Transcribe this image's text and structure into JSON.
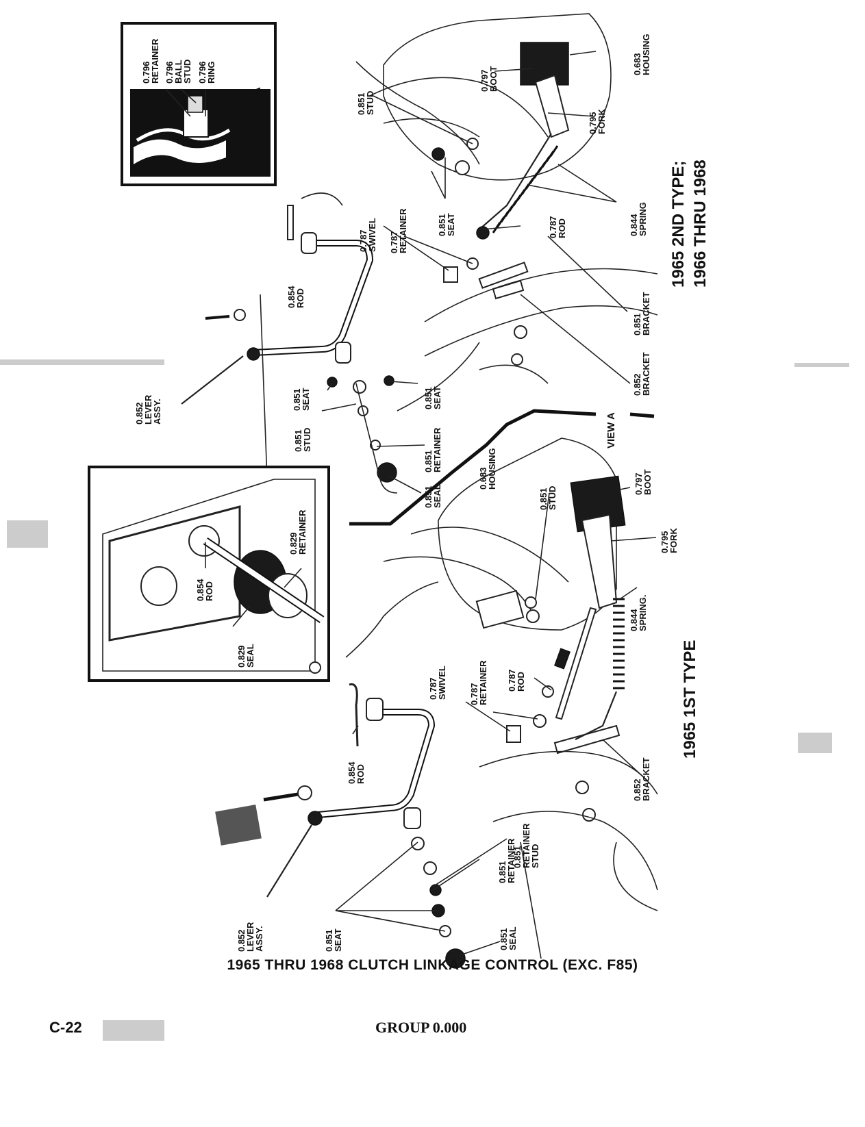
{
  "labels": {
    "view_a_inset": {
      "retainer": [
        "0.796",
        "RETAINER"
      ],
      "ball_stud": [
        "0.796",
        "BALL",
        "STUD"
      ],
      "ring": [
        "0.796",
        "RING"
      ],
      "title": "VIEW A"
    },
    "upper": {
      "stud": [
        "0.851",
        "STUD"
      ],
      "boot": [
        "0.797",
        "BOOT"
      ],
      "housing": [
        "0.683",
        "HOUSING"
      ],
      "fork": [
        "0.795",
        "FORK"
      ],
      "swivel": [
        "0.787",
        "SWIVEL"
      ],
      "retainer_787": [
        "0.787",
        "RETAINER"
      ],
      "seat": [
        "0.851",
        "SEAT"
      ],
      "rod_787": [
        "0.787",
        "ROD"
      ],
      "spring": [
        "0.844",
        "SPRING"
      ],
      "rod_854": [
        "0.854",
        "ROD"
      ],
      "bracket_851": [
        "0.851",
        "BRACKET"
      ],
      "bracket_852": [
        "0.852",
        "BRACKET"
      ],
      "lever_assy": [
        "0.852",
        "LEVER",
        "ASSY."
      ],
      "seat_left": [
        "0.851",
        "SEAT"
      ],
      "seat_right": [
        "0.851",
        "SEAT"
      ],
      "stud_851": [
        "0.851",
        "STUD"
      ],
      "retainer_851": [
        "0.851",
        "RETAINER"
      ],
      "seal_851": [
        "0.851",
        "SEAL"
      ],
      "housing_683": [
        "0.683",
        "HOUSING"
      ],
      "view_a": "VIEW A",
      "title_line1": "1965 2ND TYPE;",
      "title_line2": "1966 THRU 1968"
    },
    "detail_inset": {
      "retainer": [
        "0.829",
        "RETAINER"
      ],
      "rod": [
        "0.854",
        "ROD"
      ],
      "seal": [
        "0.829",
        "SEAL"
      ]
    },
    "lower": {
      "stud": [
        "0.851",
        "STUD"
      ],
      "boot": [
        "0.797",
        "BOOT"
      ],
      "fork": [
        "0.795",
        "FORK"
      ],
      "spring": [
        "0.844",
        "SPRING."
      ],
      "swivel": [
        "0.787",
        "SWIVEL"
      ],
      "retainer_787": [
        "0.787",
        "RETAINER"
      ],
      "rod_787": [
        "0.787",
        "ROD"
      ],
      "bracket": [
        "0.852",
        "BRACKET"
      ],
      "rod_854": [
        "0.854",
        "ROD"
      ],
      "retainer_stud": [
        "0.851",
        "RETAINER",
        "STUD"
      ],
      "retainer_851": [
        "0.851",
        "RETAINER"
      ],
      "seal_851": [
        "0.851",
        "SEAL"
      ],
      "seat": [
        "0.851",
        "SEAT"
      ],
      "lever_assy": [
        "0.852",
        "LEVER",
        "ASSY."
      ],
      "title": "1965 1ST TYPE"
    }
  },
  "caption": "1965 THRU 1968  CLUTCH LINKAGE CONTROL (EXC. F85)",
  "footer": {
    "page": "C-22",
    "group": "GROUP 0.000"
  }
}
